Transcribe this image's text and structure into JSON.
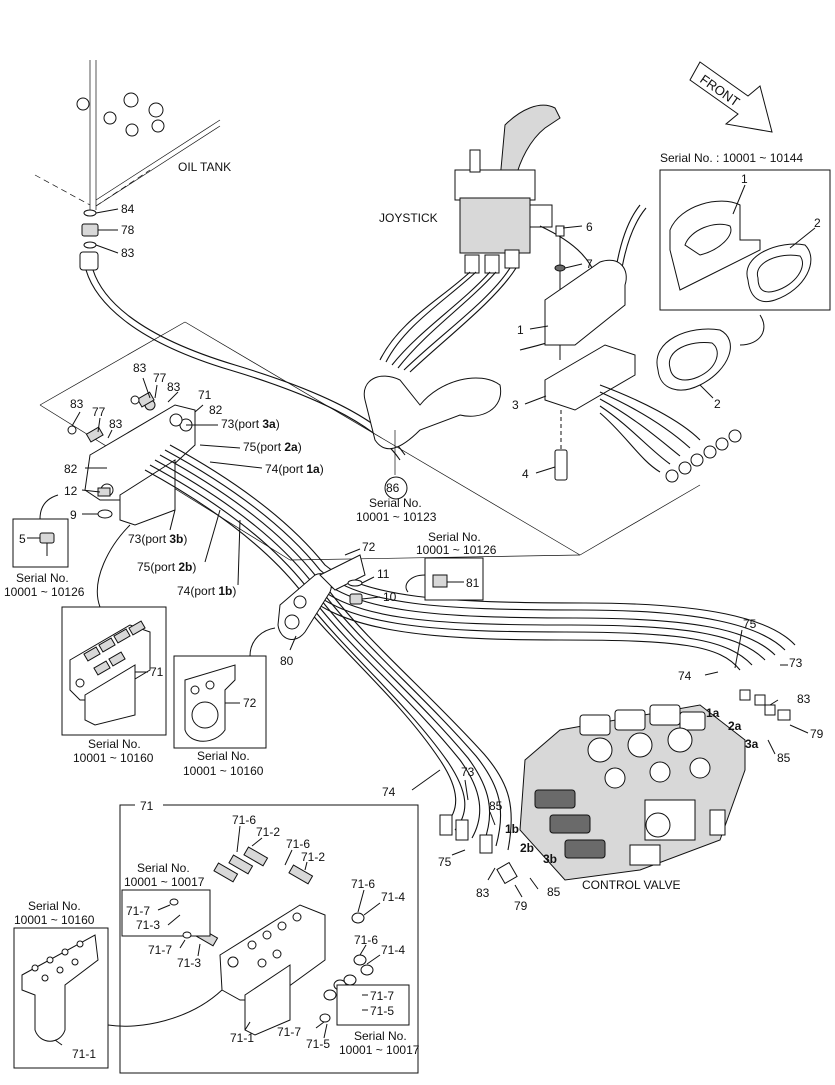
{
  "title_labels": {
    "oil_tank": "OIL TANK",
    "joystick": "JOYSTICK",
    "control_valve": "CONTROL VALVE",
    "front": "FRONT"
  },
  "serials": {
    "top_right": "Serial No. : 10001 ~ 10144",
    "s86_a": "Serial No.",
    "s86_b": "10001 ~ 10123",
    "s81_a": "Serial No.",
    "s81_b": "10001 ~ 10126",
    "s5_a": "Serial No.",
    "s5_b": "10001 ~ 10126",
    "s71_cap": "Serial No.",
    "s71_val": "10001 ~ 10160",
    "s72_cap": "Serial No.",
    "s72_val": "10001 ~ 10160",
    "s7173_a": "Serial No.",
    "s7173_b": "10001 ~ 10017",
    "s7175_a": "Serial No.",
    "s7175_b": "10001 ~ 10017",
    "s711_a": "Serial No.",
    "s711_b": "10001 ~ 10160"
  },
  "port_labels": {
    "p73_3a_num": "73",
    "p73_3a_txt": "(port ",
    "p73_3a_port": "3a",
    "p75_2a_num": "75",
    "p75_2a_port": "2a",
    "p74_1a_num": "74",
    "p74_1a_port": "1a",
    "p73_3b_num": "73",
    "p73_3b_port": "3b",
    "p75_2b_num": "75",
    "p75_2b_port": "2b",
    "p74_1b_num": "74",
    "p74_1b_port": "1b",
    "close": ")"
  },
  "callouts": {
    "c84": "84",
    "c78": "78",
    "c83a": "83",
    "c6": "6",
    "c7": "7",
    "c1a": "1",
    "c2a": "2",
    "c1b": "1",
    "c2b": "2",
    "c3": "3",
    "c4": "4",
    "c86": "86",
    "c83b": "83",
    "c77a": "77",
    "c83c": "83",
    "c71a": "71",
    "c82a": "82",
    "c83d": "83",
    "c77b": "77",
    "c83e": "83",
    "c82b": "82",
    "c12": "12",
    "c9": "9",
    "c5": "5",
    "c72": "72",
    "c11": "11",
    "c10": "10",
    "c81": "81",
    "c80": "80",
    "c71b": "71",
    "c72b": "72",
    "c75r": "75",
    "c74r": "74",
    "c73r": "73",
    "c83r": "83",
    "c79r": "79",
    "c85r": "85",
    "p1a": "1a",
    "p2a": "2a",
    "p3a": "3a",
    "c74b": "74",
    "c73b": "73",
    "c85b": "85",
    "c75b": "75",
    "c83bb": "83",
    "c79b": "79",
    "c85bb": "85",
    "p1b": "1b",
    "p2b": "2b",
    "p3b": "3b",
    "c71box": "71",
    "c716a": "71-6",
    "c712a": "71-2",
    "c716b": "71-6",
    "c712b": "71-2",
    "c716c": "71-6",
    "c714a": "71-4",
    "c716d": "71-6",
    "c714b": "71-4",
    "c717a": "71-7",
    "c713a": "71-3",
    "c717b": "71-7",
    "c713b": "71-3",
    "c717c": "71-7",
    "c715a": "71-5",
    "c717d": "71-7",
    "c715b": "71-5",
    "c711a": "71-1",
    "c711b": "71-1"
  }
}
